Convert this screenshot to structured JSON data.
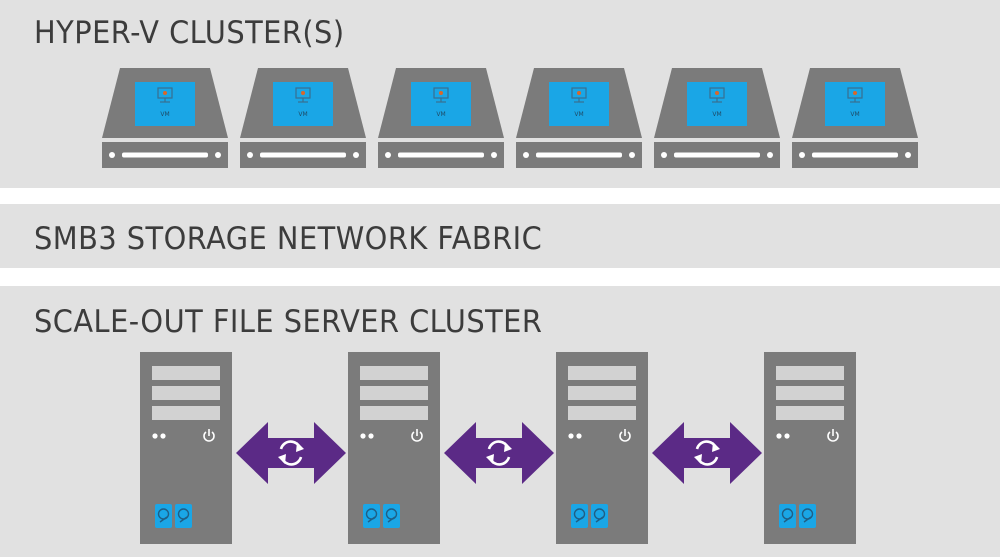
{
  "hyperv": {
    "title": "HYPER-V CLUSTER(S)",
    "vm_label": "VM",
    "host_count": 6
  },
  "smb": {
    "title": "SMB3 STORAGE NETWORK FABRIC"
  },
  "sofs": {
    "title": "SCALE-OUT FILE SERVER CLUSTER",
    "server_count": 4,
    "sync_arrow_count": 3
  },
  "colors": {
    "band_bg": "#e1e1e1",
    "device_gray": "#7b7b7b",
    "vm_blue": "#1aa6e6",
    "sync_purple": "#5b2a86",
    "title_text": "#3c3c3c"
  },
  "icons": {
    "host": "hyperv-host-icon",
    "vm": "virtual-machine-icon",
    "server": "file-server-tower-icon",
    "sync": "sync-arrow-icon",
    "disk": "disk-icon",
    "power": "power-icon"
  }
}
